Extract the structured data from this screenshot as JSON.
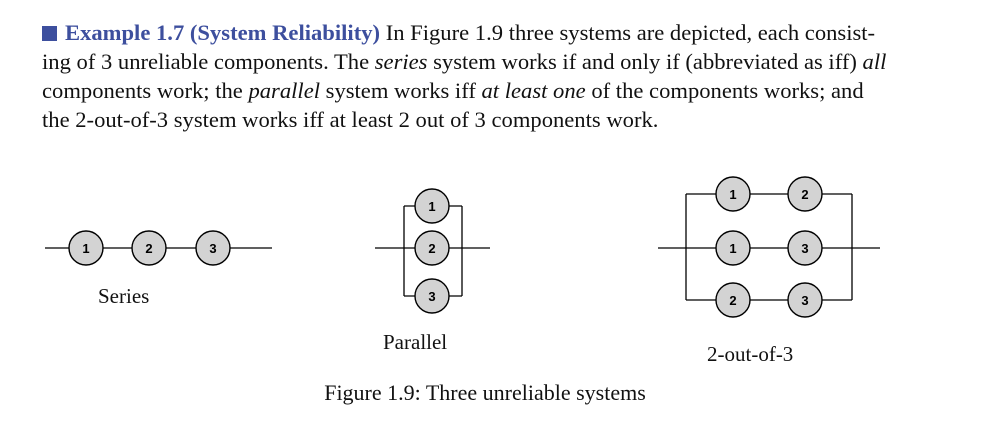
{
  "example": {
    "heading": "Example 1.7 (System Reliability)",
    "line1_rest": "In Figure 1.9 three systems are depicted, each consist-",
    "line2_a": "ing of 3 unreliable components. The ",
    "line2_series": "series",
    "line2_b": " system works if and only if (abbreviated as iff) ",
    "line2_all": "all",
    "line3_a": "components work; the ",
    "line3_parallel": "parallel",
    "line3_b": " system works iff ",
    "line3_atleast": "at least one",
    "line3_c": " of the components works; and",
    "line4": "the 2-out-of-3 system works iff at least 2 out of 3 components work."
  },
  "diagrams": {
    "series": {
      "label": "Series",
      "components": [
        "1",
        "2",
        "3"
      ]
    },
    "parallel": {
      "label": "Parallel",
      "components": [
        "1",
        "2",
        "3"
      ]
    },
    "two_out_of_three": {
      "label": "2-out-of-3",
      "rows": [
        [
          "1",
          "2"
        ],
        [
          "1",
          "3"
        ],
        [
          "2",
          "3"
        ]
      ]
    }
  },
  "caption": "Figure 1.9: Three unreliable systems",
  "colors": {
    "heading": "#3d4f9e",
    "node_fill": "#d3d3d3",
    "stroke": "#000000"
  }
}
